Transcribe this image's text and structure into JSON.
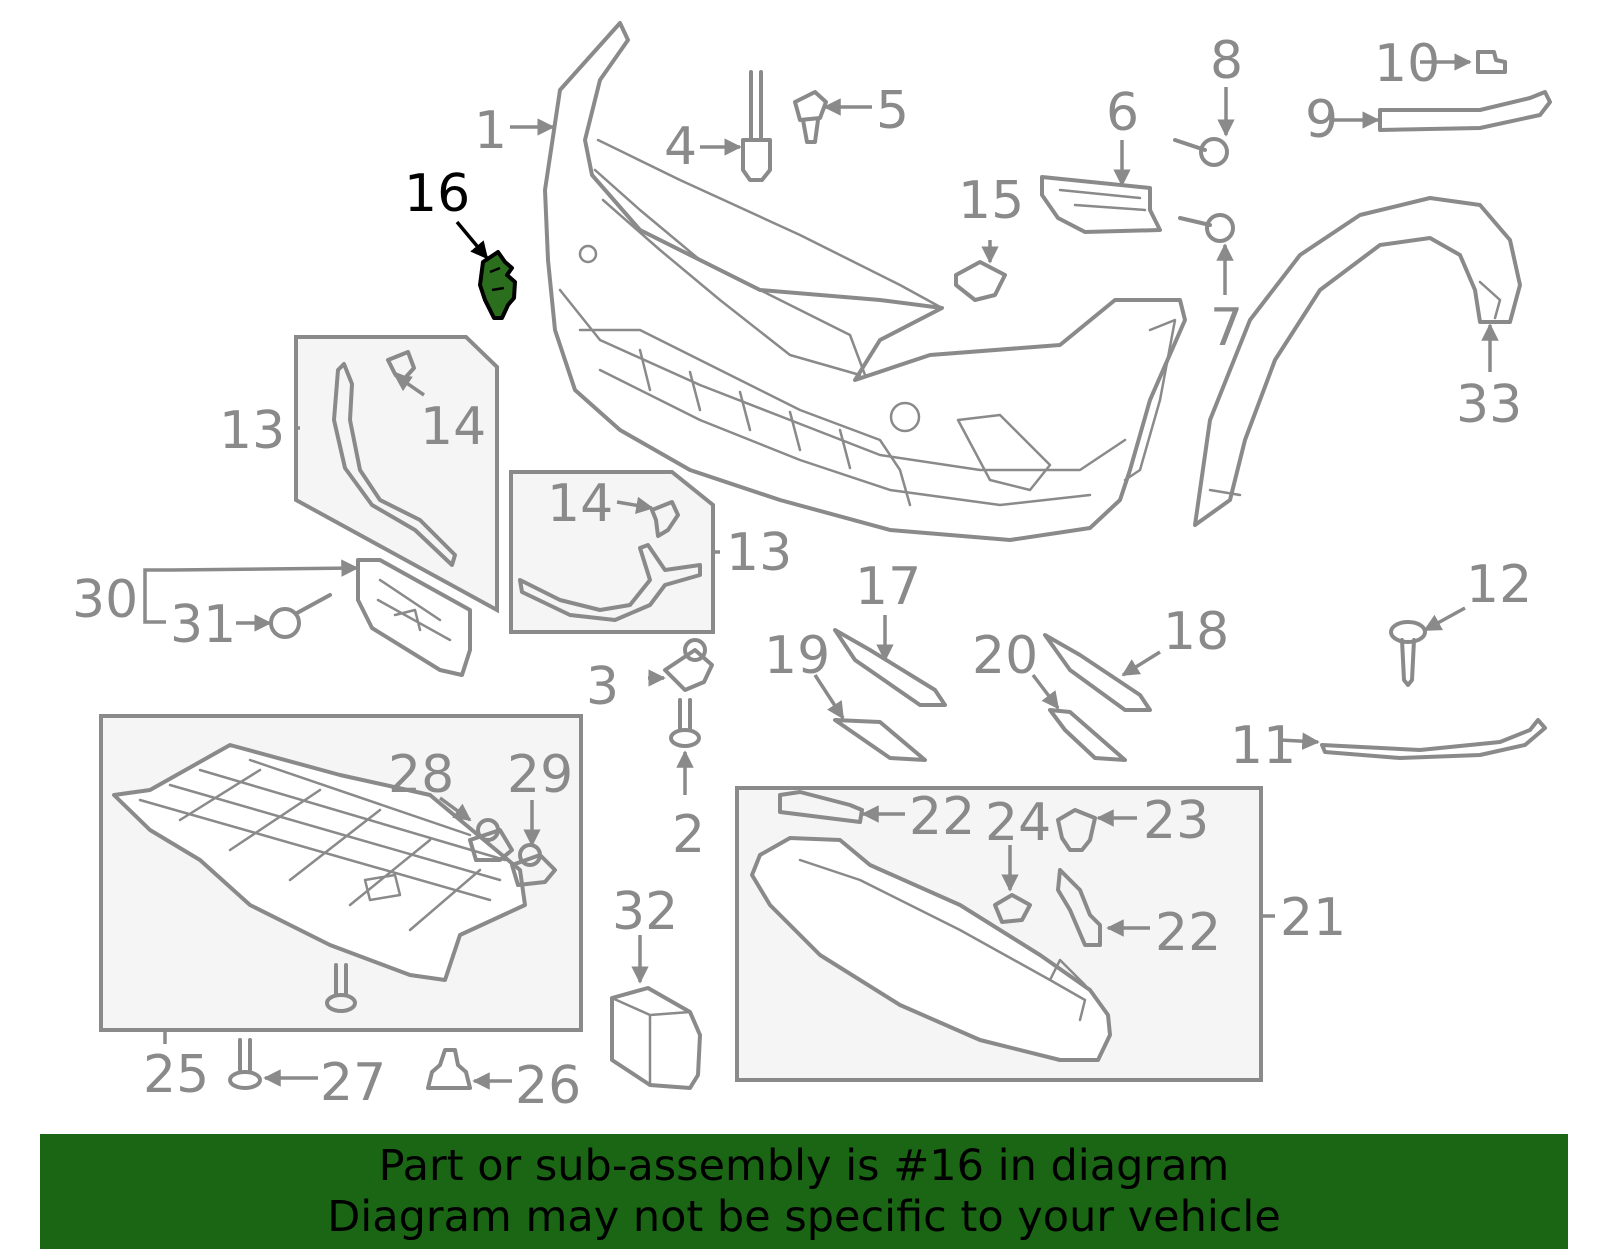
{
  "diagram": {
    "highlight_color": "#2b6e1e",
    "callouts": {
      "c1": "1",
      "c2": "2",
      "c3": "3",
      "c4": "4",
      "c5": "5",
      "c6": "6",
      "c7": "7",
      "c8": "8",
      "c9": "9",
      "c10": "10",
      "c11": "11",
      "c12": "12",
      "c13a": "13",
      "c13b": "13",
      "c14a": "14",
      "c14b": "14",
      "c15": "15",
      "c16": "16",
      "c17": "17",
      "c18": "18",
      "c19": "19",
      "c20": "20",
      "c21": "21",
      "c22a": "22",
      "c22b": "22",
      "c23": "23",
      "c24": "24",
      "c25": "25",
      "c26": "26",
      "c27": "27",
      "c28": "28",
      "c29": "29",
      "c30": "30",
      "c31": "31",
      "c32": "32",
      "c33": "33"
    }
  },
  "banner": {
    "background": "#1a6614",
    "line1": "Part or sub-assembly is #16 in diagram",
    "line2": "Diagram may not be specific to your vehicle"
  }
}
